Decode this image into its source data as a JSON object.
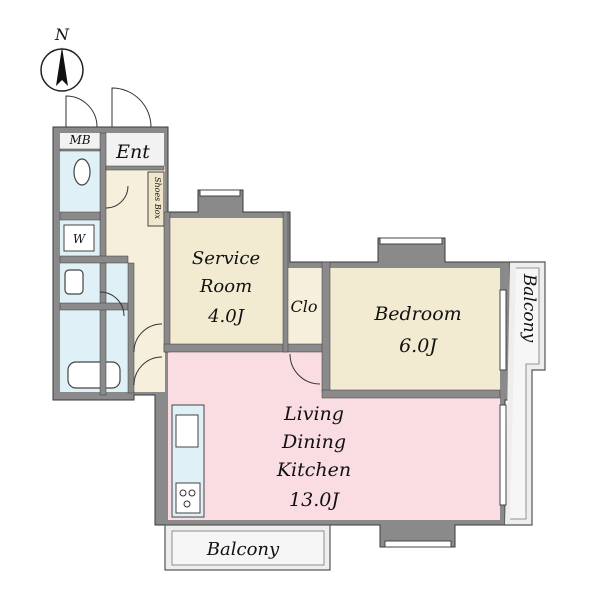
{
  "compass": {
    "label": "N"
  },
  "rooms": {
    "mb": "MB",
    "ent": "Ent",
    "shoes_box": "Shoes Box",
    "washer": "W",
    "service_room": {
      "line1": "Service",
      "line2": "Room",
      "size": "4.0J"
    },
    "clo": "Clo",
    "bedroom": {
      "line1": "Bedroom",
      "size": "6.0J"
    },
    "ldk": {
      "line1": "Living",
      "line2": "Dining",
      "line3": "Kitchen",
      "size": "13.0J"
    },
    "balcony_bottom": "Balcony",
    "balcony_right": "Balcony"
  },
  "colors": {
    "ldk_floor": "#f9dde2",
    "room_floor": "#f3ead2",
    "wet_area": "#dff1f7",
    "corridor": "#f6efdb",
    "wall": "#8a8a8a",
    "balcony": "#eeeeee"
  }
}
